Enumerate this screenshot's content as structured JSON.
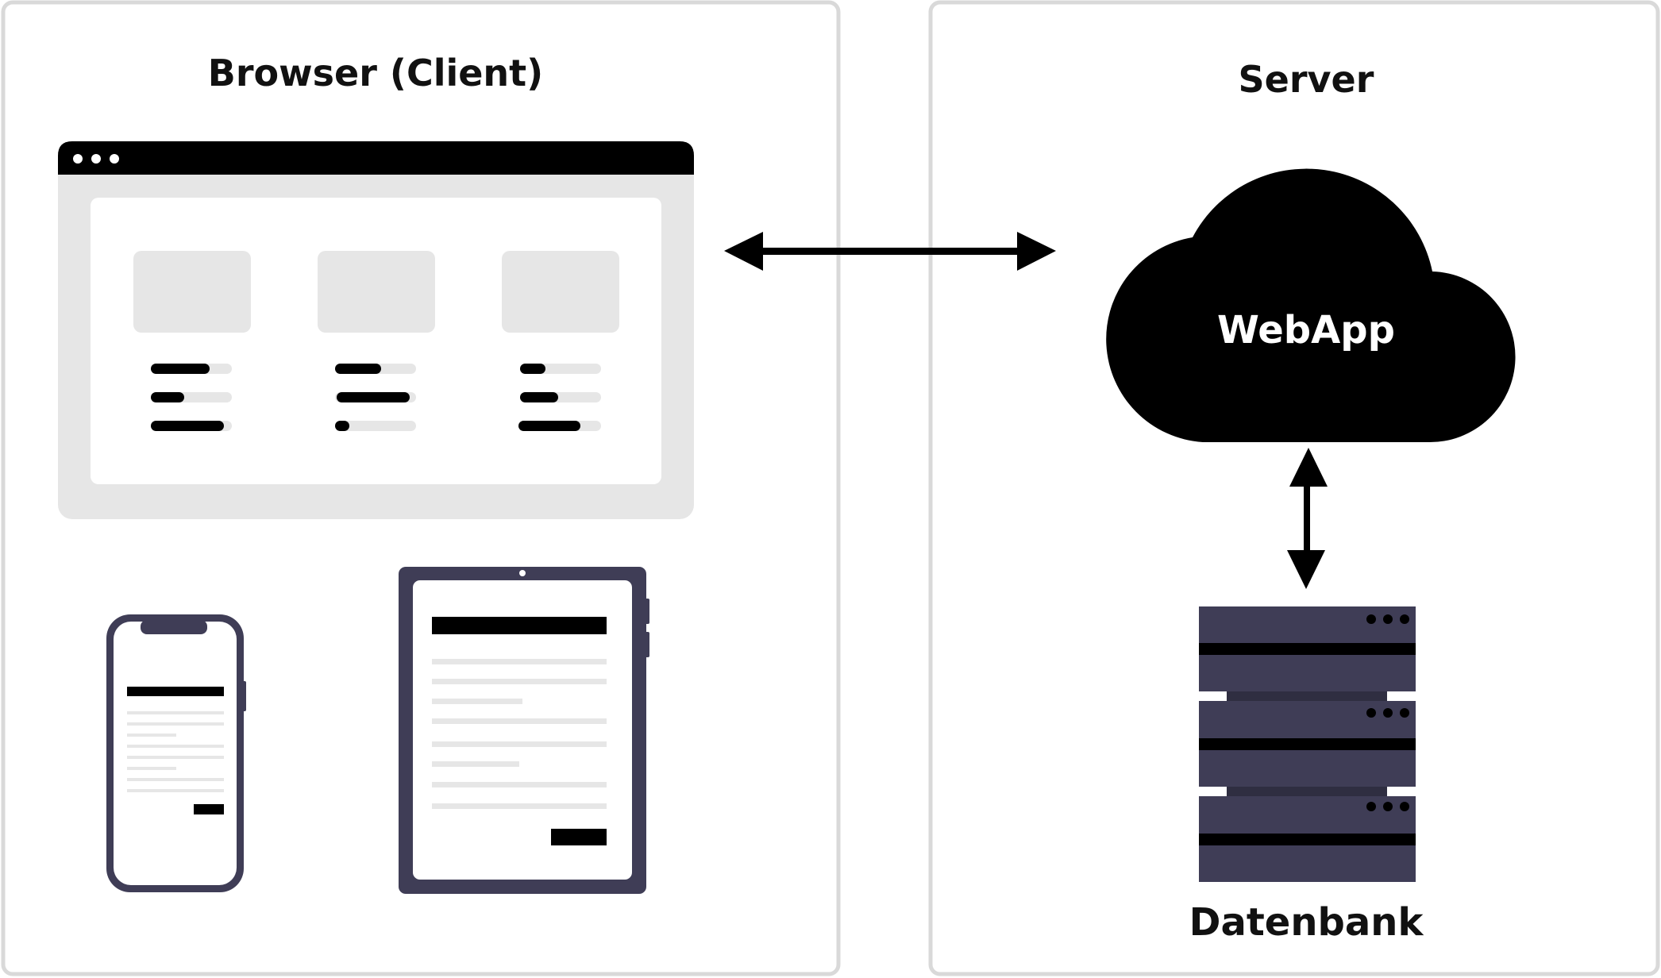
{
  "client_panel": {
    "title": "Browser (Client)"
  },
  "server_panel": {
    "title": "Server"
  },
  "cloud": {
    "label": "WebApp"
  },
  "database": {
    "label": "Datenbank"
  },
  "colors": {
    "panel_border": "#d9d9d9",
    "ink": "#000000",
    "device_frame": "#3f3d56",
    "placeholder_grey": "#e6e6e6",
    "server_body": "#3f3d56"
  }
}
